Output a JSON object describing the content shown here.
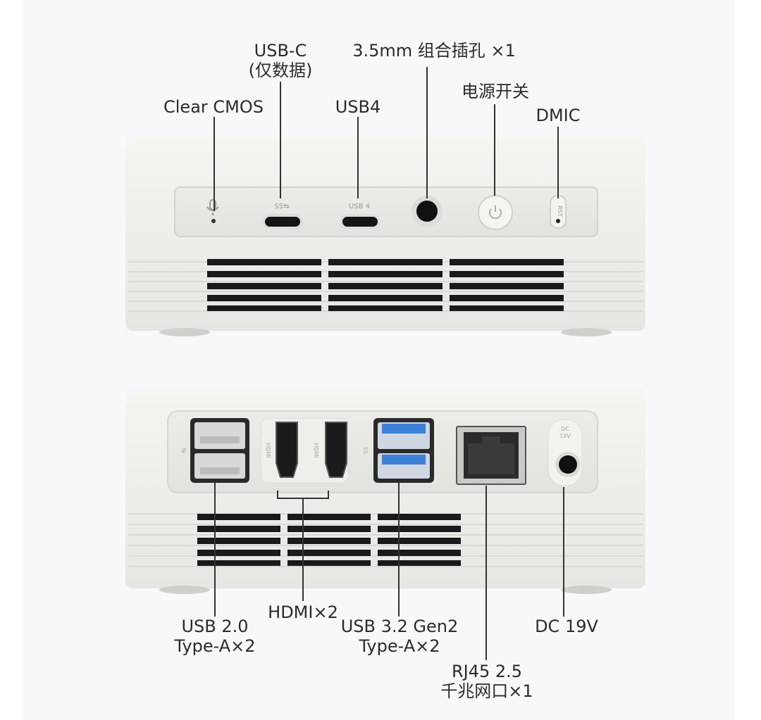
{
  "front_labels": {
    "clear_cmos": "Clear CMOS",
    "usb_c_line1": "USB-C",
    "usb_c_line2": "(仅数据)",
    "usb4": "USB4",
    "audio_jack": "3.5mm 组合插孔 ×1",
    "power_switch": "电源开关",
    "dmic": "DMIC"
  },
  "rear_labels": {
    "usb2_line1": "USB 2.0",
    "usb2_line2": "Type-A×2",
    "hdmi": "HDMI×2",
    "usb32_line1": "USB 3.2 Gen2",
    "usb32_line2": "Type-A×2",
    "rj45_line1": "RJ45 2.5",
    "rj45_line2": "千兆网口×1",
    "dc": "DC 19V"
  },
  "device_markings": {
    "usb_c_mark": "SS⇆",
    "usb4_mark": "USB 4",
    "rst_mark": "RST",
    "hdmi_mark": "HDMI",
    "ss_mark": "SS",
    "dc_mark_line1": "DC",
    "dc_mark_line2": "19V"
  },
  "colors": {
    "device_body": "#eeeeea",
    "port_plate": "#e8e8e4",
    "vent": "#1a1a1a",
    "usb3_blue": "#3d7fd6",
    "label_text": "#2b2b2b"
  }
}
